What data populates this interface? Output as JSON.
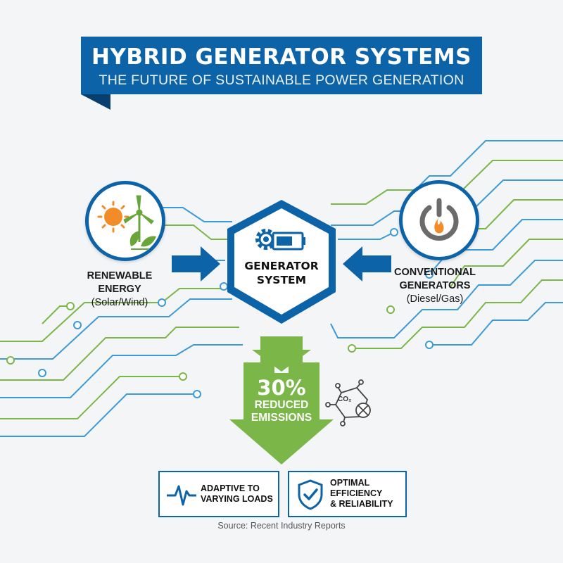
{
  "banner": {
    "title": "HYBRID GENERATOR SYSTEMS",
    "subtitle": "THE FUTURE OF SUSTAINABLE POWER GENERATION"
  },
  "renewable": {
    "label_line1": "RENEWABLE",
    "label_line2": "ENERGY",
    "label_line3": "(Solar/Wind)",
    "icons": [
      "sun-icon",
      "wind-turbine-icon",
      "leaves-icon"
    ]
  },
  "conventional": {
    "label_line1": "CONVENTIONAL",
    "label_line2": "GENERATORS",
    "label_line3": "(Diesel/Gas)",
    "icons": [
      "power-flame-icon"
    ]
  },
  "center": {
    "label_line1": "GENERATOR",
    "label_line2": "SYSTEM",
    "icons": [
      "gear-icon",
      "battery-icon"
    ]
  },
  "emissions": {
    "value": "30%",
    "label_line1": "REDUCED",
    "label_line2": "EMISSIONS",
    "co2_text": "CO₂"
  },
  "features": [
    {
      "icon": "waveform-icon",
      "line1": "ADAPTIVE TO",
      "line2": "VARYING LOADS",
      "line3": ""
    },
    {
      "icon": "shield-check-icon",
      "line1": "OPTIMAL",
      "line2": "EFFICIENCY",
      "line3": "& RELIABILITY"
    }
  ],
  "source": "Source: Recent Industry Reports",
  "colors": {
    "primary_blue": "#0d63a8",
    "dark_blue": "#093f6e",
    "line_blue": "#3d9ad9",
    "green": "#7ab648",
    "orange": "#f28c28",
    "background": "#f3f5f7"
  }
}
